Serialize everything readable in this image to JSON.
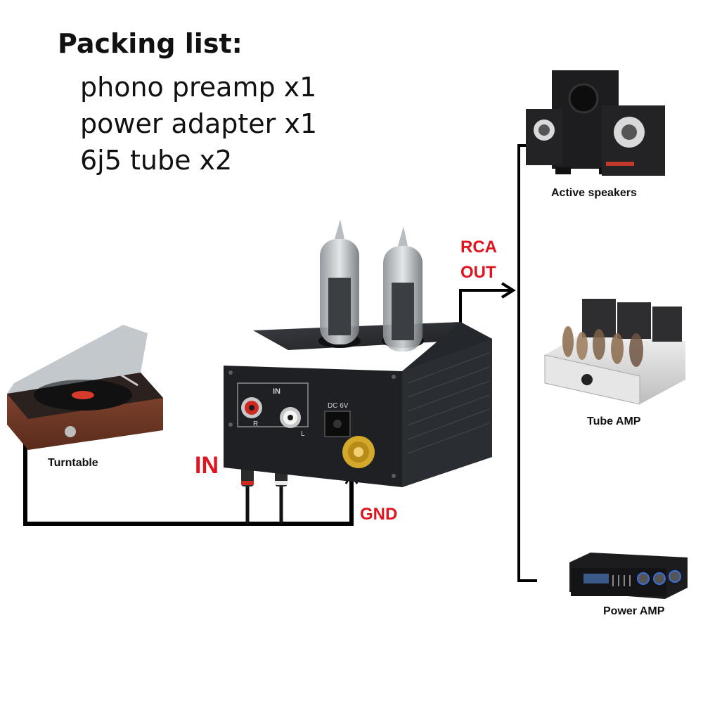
{
  "packing": {
    "title": "Packing list:",
    "items": [
      "phono preamp x1",
      "power adapter x1",
      "6j5 tube x2"
    ]
  },
  "devices": {
    "turntable": "Turntable",
    "active_speakers": "Active speakers",
    "tube_amp": "Tube AMP",
    "power_amp": "Power AMP"
  },
  "connections": {
    "in": "IN",
    "gnd": "GND",
    "rca_line1": "RCA",
    "rca_line2": "OUT"
  },
  "panel": {
    "in_label": "IN",
    "r_label": "R",
    "l_label": "L",
    "dc_label": "DC 6V"
  },
  "colors": {
    "accent_red": "#e0141e",
    "wire": "#000000"
  }
}
